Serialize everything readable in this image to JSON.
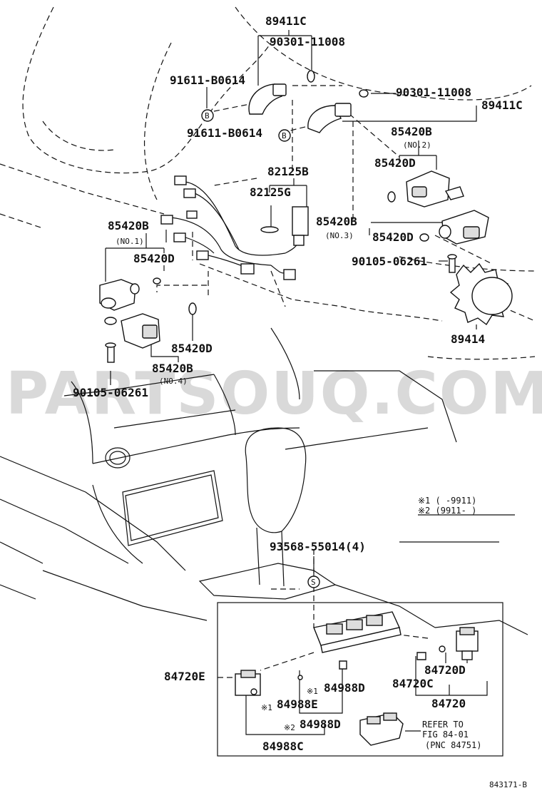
{
  "watermark": "PARTSOUQ.COM",
  "figure_code": "843171-B",
  "legend": {
    "line1": "※1 (   -9911)",
    "line2": "※2 (9911-   )"
  },
  "labels": {
    "p89411C_top": "89411C",
    "p90301_top": "90301-11008",
    "p91611_a": "91611-B0614",
    "p90301_right": "90301-11008",
    "p89411C_right": "89411C",
    "p91611_b": "91611-B0614",
    "p85420B_no2": "85420B",
    "no2": "(NO.2)",
    "p85420D_a": "85420D",
    "p82125B": "82125B",
    "p82125G": "82125G",
    "p85420B_no3": "85420B",
    "no3": "(NO.3)",
    "p85420D_b": "85420D",
    "p90105_right": "90105-06261",
    "p89414": "89414",
    "p85420B_no1": "85420B",
    "no1": "(NO.1)",
    "p85420D_c": "85420D",
    "p85420D_d": "85420D",
    "p85420B_no4": "85420B",
    "no4": "(NO.4)",
    "p90105_left": "90105-06261",
    "p93568": "93568-55014(4)",
    "p84720E": "84720E",
    "p84988D_a": "84988D",
    "p84988E": "84988E",
    "p84988D_b": "84988D",
    "p84988C": "84988C",
    "p84720D": "84720D",
    "p84720C": "84720C",
    "p84720": "84720",
    "refer1": "REFER TO",
    "refer2": "FIG 84-01",
    "refer3": "(PNC 84751)",
    "mark_x1": "※1",
    "mark_x2": "※2",
    "mark_b": "B",
    "mark_s": "S"
  }
}
